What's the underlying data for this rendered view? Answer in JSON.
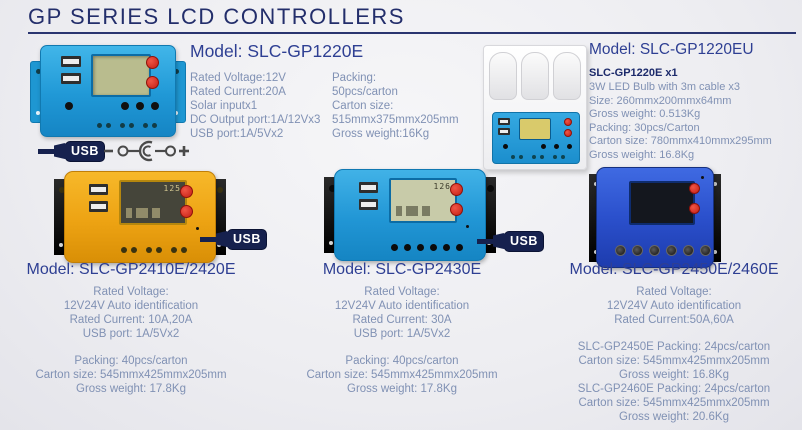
{
  "header": {
    "title": "GP SERIES LCD CONTROLLERS"
  },
  "badges": {
    "usb": "USB"
  },
  "lcd": {
    "gp2410": "125",
    "gp2430": "126"
  },
  "colors": {
    "accent_navy": "#232e6b",
    "model_blue": "#2e3f93",
    "spec_gray_blue": "#8091b4",
    "usb_badge_navy": "#16214e",
    "controller_cyan": "#2ba3e2",
    "controller_yellow": "#efa517",
    "controller_royal_blue": "#2b50cc",
    "button_red": "#d42a1e",
    "lcd_olive": "#b9bc8e"
  },
  "products": {
    "gp1220e": {
      "model": "Model: SLC-GP1220E",
      "specs_left": [
        "Rated Voltage:12V",
        "Rated Current:20A",
        "Solar inputx1",
        "DC Output port:1A/12Vx3",
        "USB port:1A/5Vx2"
      ],
      "specs_right": [
        "Packing:",
        "50pcs/carton",
        "Carton size:",
        "515mmx375mmx205mm",
        "Gross weight:16Kg"
      ]
    },
    "gp1220eu": {
      "model": "Model: SLC-GP1220EU",
      "kit_title": "SLC-GP1220E x1",
      "specs": [
        "3W LED Bulb with 3m cable x3",
        "Size: 260mmx200mmx64mm",
        "Gross weight: 0.513Kg",
        "Packing: 30pcs/Carton",
        "Carton size: 780mmx410mmx295mm",
        "Gross weight: 16.8Kg"
      ]
    },
    "gp2410e": {
      "model": "Model: SLC-GP2410E/2420E",
      "specs_top": [
        "Rated Voltage:",
        "12V24V Auto identification",
        "Rated Current: 10A,20A",
        "USB port: 1A/5Vx2"
      ],
      "specs_bottom": [
        "Packing: 40pcs/carton",
        "Carton size: 545mmx425mmx205mm",
        "Gross weight: 17.8Kg"
      ]
    },
    "gp2430e": {
      "model": "Model: SLC-GP2430E",
      "specs_top": [
        "Rated Voltage:",
        "12V24V Auto identification",
        "Rated Current: 30A",
        "USB port: 1A/5Vx2"
      ],
      "specs_bottom": [
        "Packing: 40pcs/carton",
        "Carton size: 545mmx425mmx205mm",
        "Gross weight: 17.8Kg"
      ]
    },
    "gp2450e": {
      "model": "Model: SLC-GP2450E/2460E",
      "specs_top": [
        "Rated Voltage:",
        "12V24V Auto identification",
        "Rated Current:50A,60A"
      ],
      "specs_bottom": [
        "SLC-GP2450E Packing: 24pcs/carton",
        "Carton size: 545mmx425mmx205mm",
        "Gross weight: 16.8Kg",
        "SLC-GP2460E Packing: 24pcs/carton",
        "Carton size: 545mmx425mmx205mm",
        "Gross weight: 20.6Kg"
      ]
    }
  }
}
